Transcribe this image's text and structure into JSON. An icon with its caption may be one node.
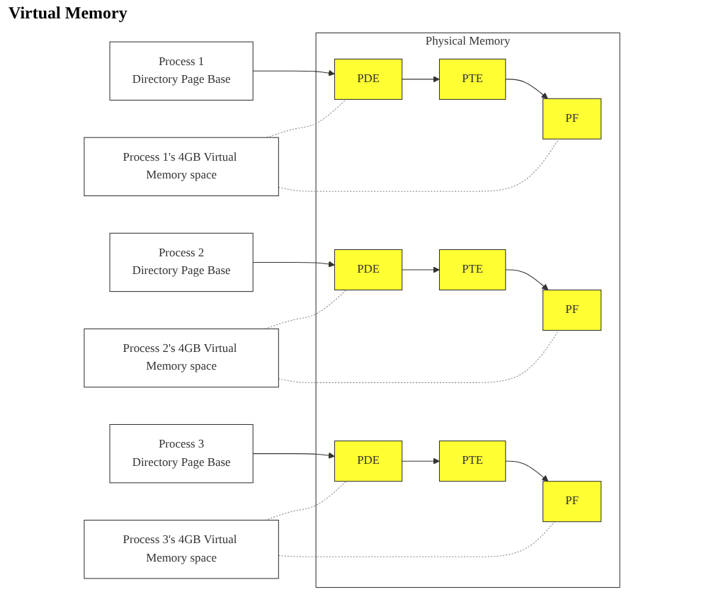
{
  "diagram": {
    "nodes": [
      {
        "text": [
          "Process 1's 4GB Virtual Memory space"
        ]
      },
      {
        "text": [
          "Process 2's 4GB Virtual Memory space"
        ]
      },
      {
        "text": [
          "Process 3's 4GB Virtual Memory space"
        ]
      },
      {
        "text": [
          "Physical Memory"
        ]
      },
      {
        "text": [
          "PDE"
        ],
        "in": 3
      },
      {
        "text": [
          "PTE"
        ],
        "in": 3
      },
      {
        "text": [
          "PF"
        ],
        "in": 3
      },
      {
        "text": [
          "PDE"
        ],
        "in": 3
      },
      {
        "text": [
          "PTE"
        ],
        "in": 3
      },
      {
        "text": [
          "PF"
        ],
        "in": 3
      },
      {
        "text": [
          "PDE"
        ],
        "in": 3
      },
      {
        "text": [
          "PTE"
        ],
        "in": 3
      },
      {
        "text": [
          "PF"
        ],
        "in": 3
      },
      {
        "text": [
          "Process 1",
          "Directory Page Base"
        ]
      },
      {
        "text": [
          "Process 2",
          "Directory Page Base"
        ]
      },
      {
        "text": [
          "Process 3",
          "Directory Page Base"
        ]
      }
    ],
    "edges": [
      {
        "from": 13,
        "to": 4,
        "arrow": "to"
      },
      {
        "from": 4,
        "to": 5,
        "arrow": "to"
      },
      {
        "from": 5,
        "to": 6,
        "arrow": "to"
      },
      {
        "from": 14,
        "to": 7,
        "arrow": "to"
      },
      {
        "from": 7,
        "to": 8,
        "arrow": "to"
      },
      {
        "from": 8,
        "to": 9,
        "arrow": "to"
      },
      {
        "from": 15,
        "to": 10,
        "arrow": "to"
      },
      {
        "from": 10,
        "to": 11,
        "arrow": "to"
      },
      {
        "from": 11,
        "to": 12,
        "arrow": "to"
      },
      {
        "from": 0,
        "to": 4,
        "arrow": "none",
        "style": "dashed",
        "color": "#888888"
      },
      {
        "from": 0,
        "to": 6,
        "arrow": "none",
        "style": "dashed",
        "color": "#888888"
      },
      {
        "from": 1,
        "to": 7,
        "arrow": "none",
        "style": "dashed",
        "color": "#888888"
      },
      {
        "from": 1,
        "to": 9,
        "arrow": "none",
        "style": "dashed",
        "color": "#888888"
      },
      {
        "from": 2,
        "to": 10,
        "arrow": "none",
        "style": "dashed",
        "color": "#888888"
      },
      {
        "from": 2,
        "to": 12,
        "arrow": "none",
        "style": "dashed",
        "color": "#888888"
      }
    ],
    "labels": [
      "Virtual Memory"
    ]
  }
}
